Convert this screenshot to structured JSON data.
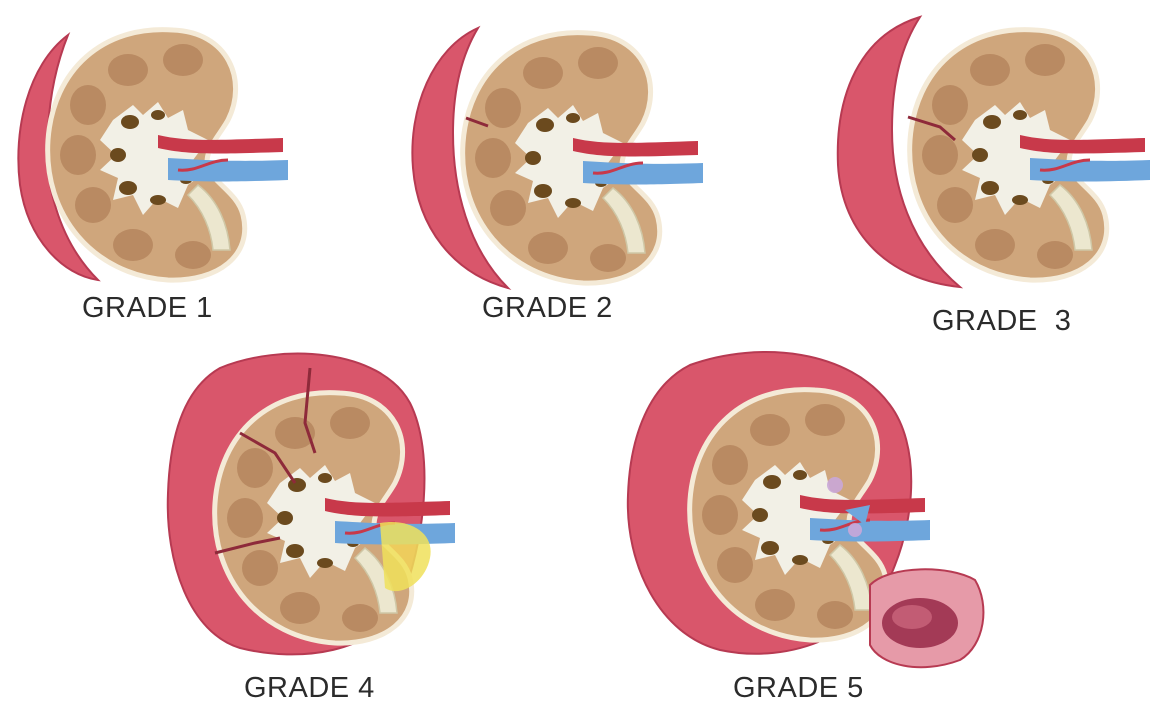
{
  "grades": [
    {
      "label": "GRADE 1"
    },
    {
      "label": "GRADE 2"
    },
    {
      "label": "GRADE  3"
    },
    {
      "label": "GRADE 4"
    },
    {
      "label": "GRADE 5"
    }
  ],
  "colors": {
    "hematoma": "#d9566b",
    "hematoma_edge": "#b73a52",
    "capsule": "#f4ead7",
    "cortex": "#cfa67c",
    "pyramids": "#b98a62",
    "sinus": "#f2f0e6",
    "calyx": "#6b4a1e",
    "artery": "#c8394a",
    "vein": "#6ea6dc",
    "ureter": "#ece7cf",
    "urine_leak": "#f0e05a",
    "label_text": "#2b2b2b"
  }
}
